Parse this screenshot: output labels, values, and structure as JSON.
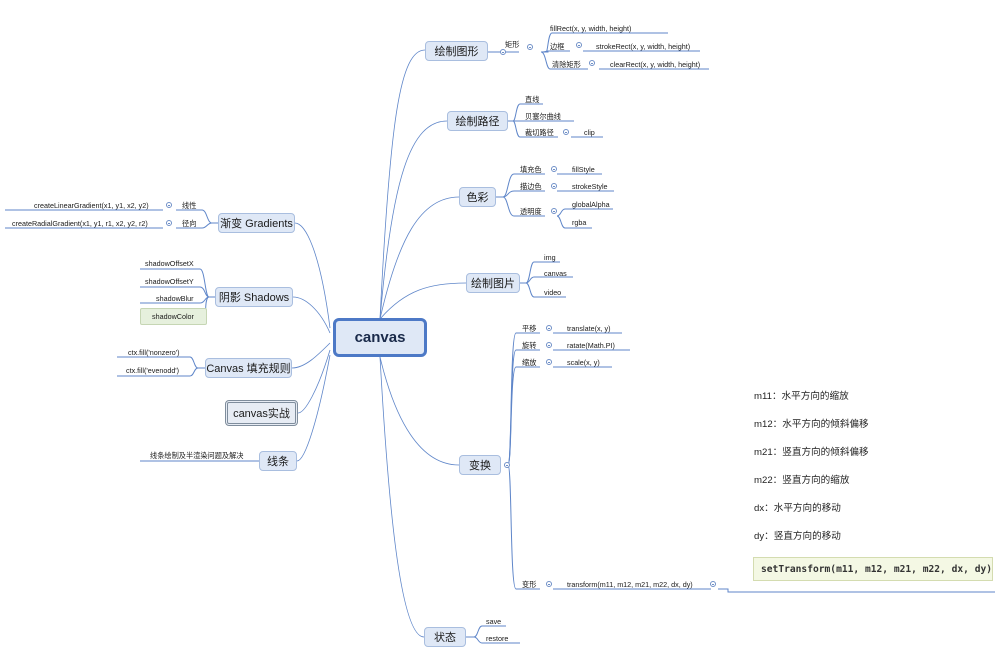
{
  "root": "canvas",
  "branches": {
    "draw_shapes": "绘制图形",
    "draw_paths": "绘制路径",
    "colors": "色彩",
    "draw_images": "绘制图片",
    "transform": "变换",
    "state": "状态",
    "gradients": "渐变 Gradients",
    "shadows": "阴影 Shadows",
    "fill_rule": "Canvas 填充规则",
    "practice": "canvas实战",
    "lines": "线条"
  },
  "shapes": {
    "rect": "矩形",
    "fill": "fillRect(x, y, width, height)",
    "border": "边框",
    "stroke": "strokeRect(x, y, width, height)",
    "clear_label": "清除矩形",
    "clear": "clearRect(x, y, width, height)"
  },
  "paths": {
    "line": "直线",
    "bezier": "贝塞尔曲线",
    "clip_label": "裁切路径",
    "clip": "clip"
  },
  "color": {
    "fill_label": "填充色",
    "fill": "fillStyle",
    "stroke_label": "描边色",
    "stroke": "strokeStyle",
    "alpha_label": "透明度",
    "alpha": "globalAlpha",
    "rgba": "rgba"
  },
  "images": {
    "img": "img",
    "canvas": "canvas",
    "video": "video"
  },
  "transform": {
    "translate_label": "平移",
    "translate": "translate(x, y)",
    "rotate_label": "旋转",
    "rotate": "ratate(Math.PI)",
    "scale_label": "缩放",
    "scale": "scale(x, y)",
    "matrix_label": "变形",
    "matrix": "transform(m11, m12, m21, m22, dx, dy)",
    "notes": [
      "m11：水平方向的缩放",
      "m12：水平方向的倾斜偏移",
      "m21：竖直方向的倾斜偏移",
      "m22：竖直方向的缩放",
      "dx：水平方向的移动",
      "dy：竖直方向的移动"
    ],
    "code": "setTransform(m11, m12, m21, m22, dx, dy)"
  },
  "state": {
    "save": "save",
    "restore": "restore"
  },
  "gradient": {
    "linear_label": "线性",
    "linear": "createLinearGradient(x1, y1, x2, y2)",
    "radial_label": "径向",
    "radial": "createRadialGradient(x1, y1, r1, x2, y2, r2)"
  },
  "shadow": {
    "x": "shadowOffsetX",
    "y": "shadowOffsetY",
    "blur": "shadowBlur",
    "color": "shadowColor"
  },
  "rule": {
    "nonzero": "ctx.fill('nonzero')",
    "evenodd": "ctx.fill('evenodd')"
  },
  "line": {
    "desc": "线条绘制及半渲染问题及解决"
  }
}
